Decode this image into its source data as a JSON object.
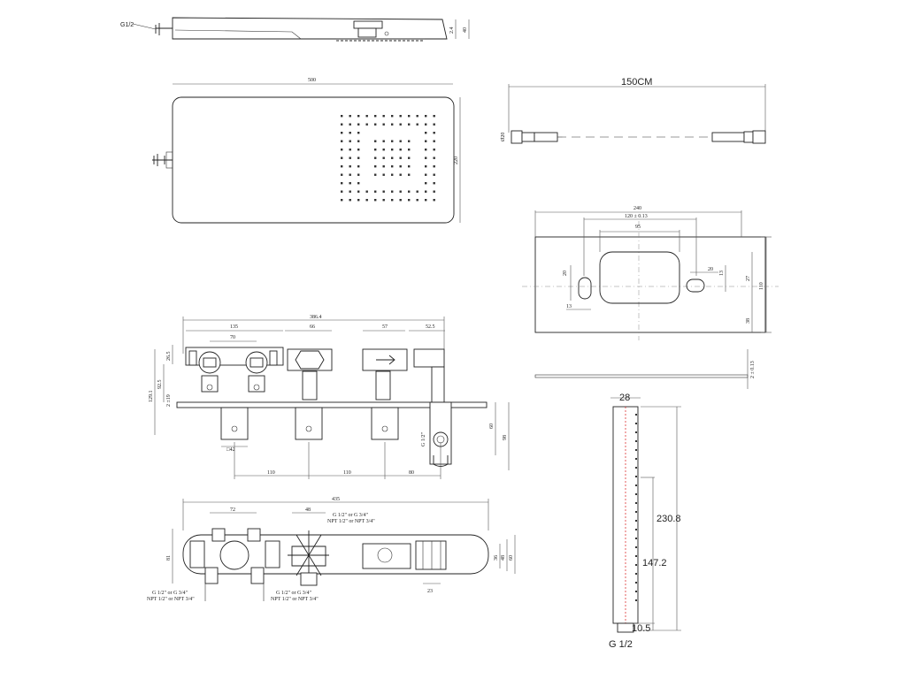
{
  "labels": {
    "g_thread_top": "G1/2",
    "dim_2_4": "2.4",
    "dim_40": "40",
    "dim_500": "500",
    "dim_220": "220",
    "hose_length": "150CM",
    "hose_dia": "Ø20",
    "plate_240": "240",
    "plate_120": "120 ± 0.13",
    "plate_95": "95",
    "plate_20a": "20",
    "plate_20b": "20",
    "plate_13a": "13",
    "plate_13b": "13",
    "plate_27": "27",
    "plate_110": "110",
    "plate_38": "38",
    "plate_thk": "2 ± 0.13",
    "valve_386": "386.4",
    "valve_135": "135",
    "valve_66": "66",
    "valve_57": "57",
    "valve_52": "52.5",
    "valve_70": "70",
    "valve_26": "26.5",
    "valve_92": "92.5",
    "valve_129": "129.1",
    "valve_2419": "2 ±19",
    "valve_42": "□42",
    "valve_110a": "110",
    "valve_110b": "110",
    "valve_80": "80",
    "valve_60": "60",
    "valve_98": "98",
    "valve_g12": "G 1/2\"",
    "bottom_435": "435",
    "bottom_72": "72",
    "bottom_48": "48",
    "bottom_thread_top": "G 1/2\" or G 3/4\"",
    "bottom_npt_top": "NPT 1/2\" or NPT 3/4\"",
    "bottom_81": "81",
    "bottom_36": "36",
    "bottom_48b": "48",
    "bottom_60": "60",
    "bottom_23": "23",
    "bottom_thread_l": "G 1/2\" or G 3/4\"",
    "bottom_npt_l": "NPT 1/2\" or NPT 3/4\"",
    "bottom_thread_r": "G 1/2\" or G 3/4\"",
    "bottom_npt_r": "NPT 1/2\" or NPT 3/4\"",
    "hand_28": "28",
    "hand_230": "230.8",
    "hand_147": "147.2",
    "hand_10": "10.5",
    "hand_g": "G 1/2"
  }
}
